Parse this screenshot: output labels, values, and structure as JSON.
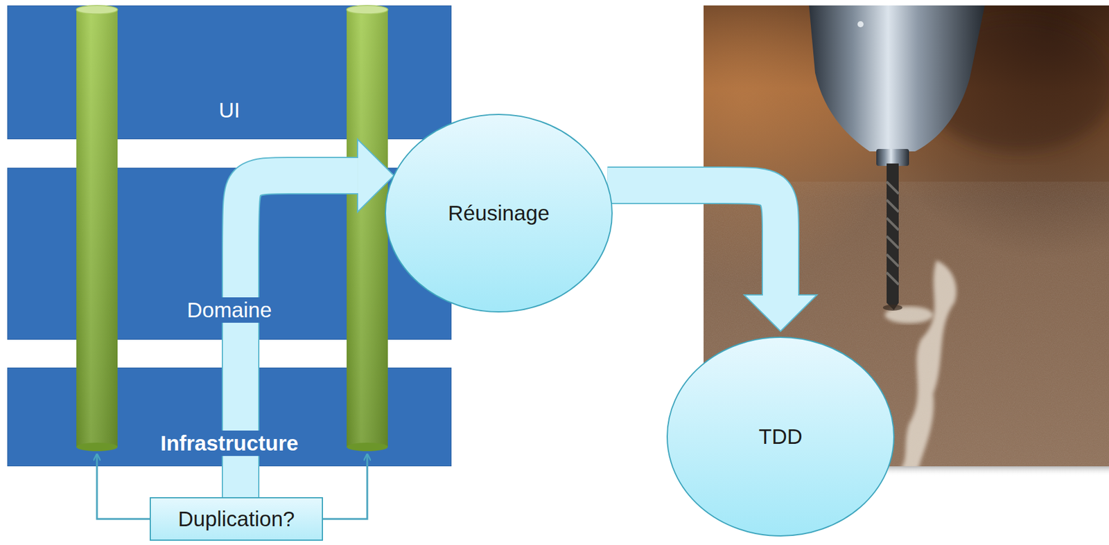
{
  "diagram": {
    "nodes": [
      {
        "text": [
          "UI"
        ]
      },
      {
        "text": [
          "Domaine"
        ]
      },
      {
        "text": [
          "Infrastructure"
        ]
      },
      {
        "text": [
          "Duplication?"
        ]
      },
      {
        "text": [
          "Réusinage"
        ]
      },
      {
        "text": [
          "TDD"
        ]
      }
    ],
    "edges": [
      {
        "from": 3,
        "to": 4,
        "arrow": "to"
      },
      {
        "from": 4,
        "to": 5,
        "arrow": "to"
      }
    ]
  }
}
